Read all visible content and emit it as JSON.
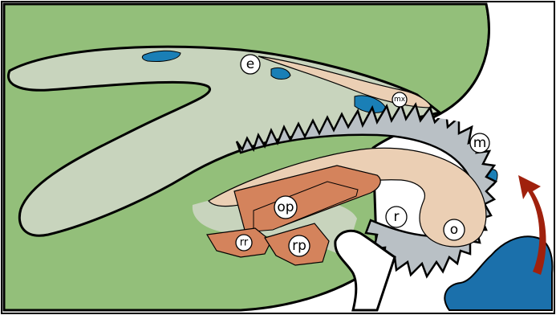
{
  "labels": {
    "e": "e",
    "mx": "mx",
    "m": "m",
    "op": "op",
    "r": "r",
    "o": "o",
    "rr": "rr",
    "rp": "rp"
  },
  "colors": {
    "background_tissue": "#93bf7a",
    "pale_tissue": "#c8d4bd",
    "tan_bone": "#ebcfb4",
    "orange_bone": "#d4835c",
    "blue_pockets": "#1a7fb6",
    "teeth_band": "#b9c0c5",
    "water": "#1b70ab",
    "arrow": "#a0210d",
    "outline": "#000000"
  },
  "icons": {
    "arrow": "curved-arrow-up-left-icon"
  }
}
